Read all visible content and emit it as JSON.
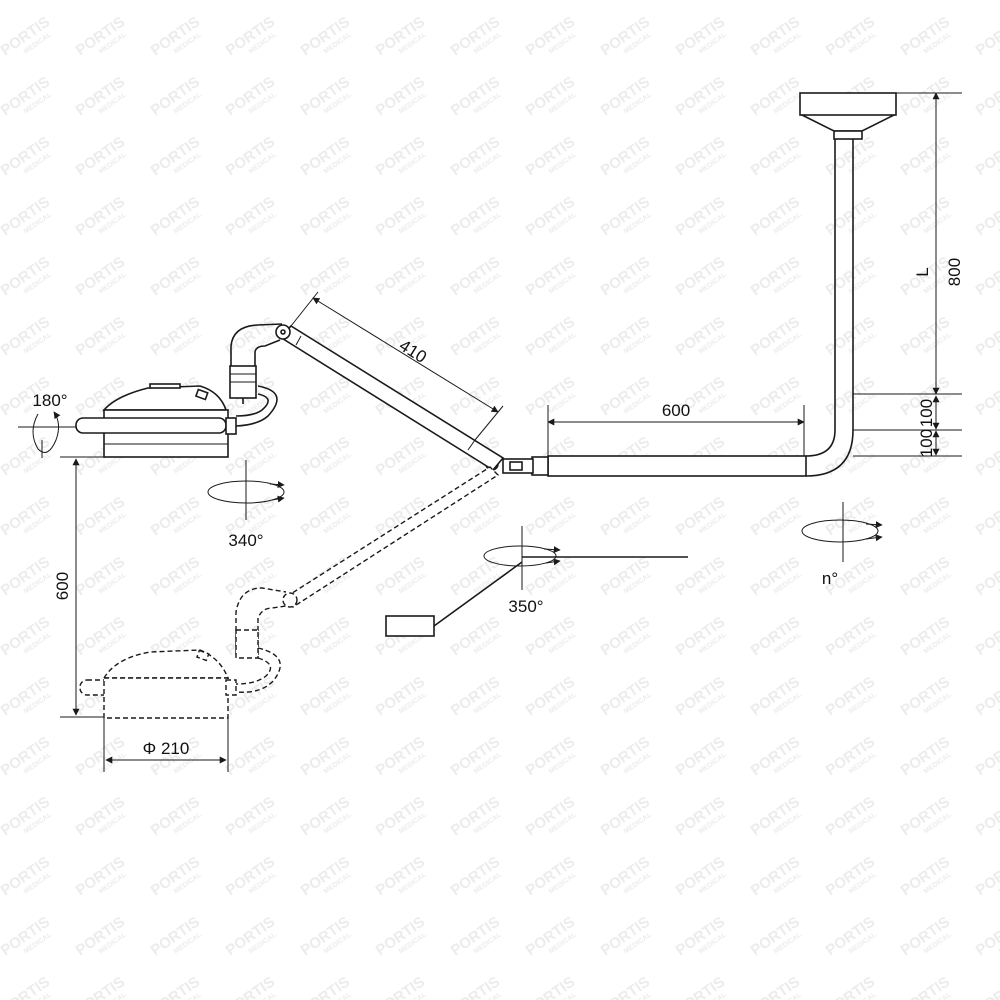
{
  "watermark": {
    "line1": "PORTIS",
    "line2": "MEDICAL"
  },
  "dimensions": {
    "arm_length": "410",
    "horizontal_arm": "600",
    "column_height": "800",
    "column_variable": "L",
    "offset_upper": "100",
    "offset_lower": "100",
    "vertical_drop": "600",
    "head_diameter": "Φ 210"
  },
  "rotations": {
    "head_tilt": "180°",
    "head_spin": "340°",
    "arm_spin": "350°",
    "column_spin": "n°"
  },
  "colors": {
    "ink": "#1a1a1a",
    "watermark": "#ececec",
    "background": "#ffffff"
  }
}
